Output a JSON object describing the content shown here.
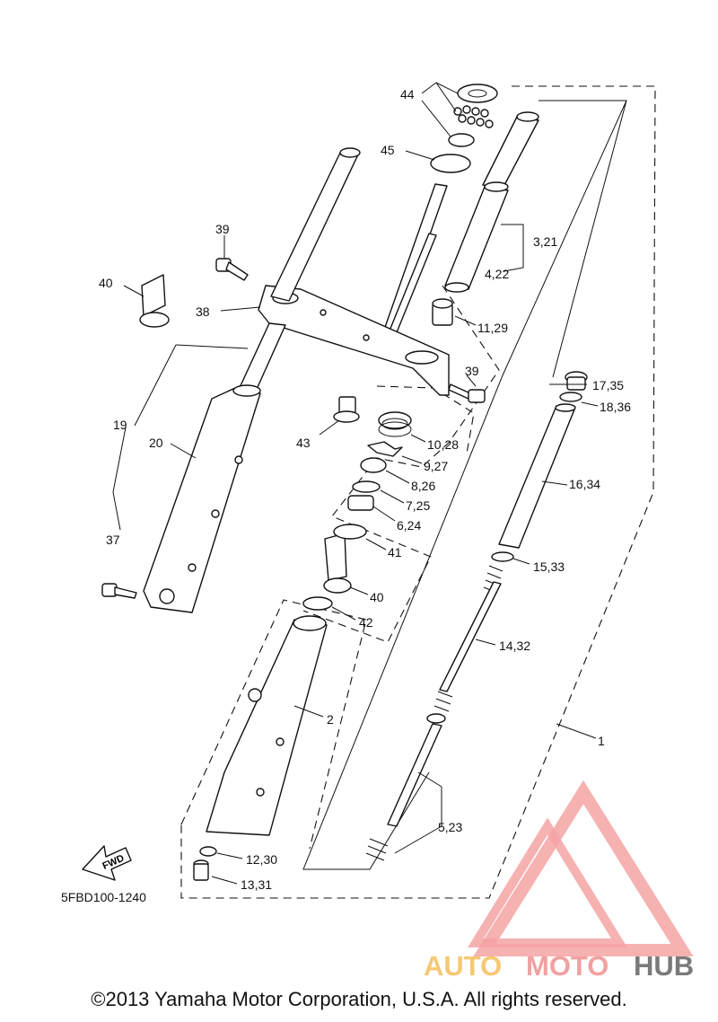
{
  "labels": {
    "l44": "44",
    "l45": "45",
    "l39a": "39",
    "l40a": "40",
    "l38": "38",
    "l3_21": "3,21",
    "l4_22": "4,22",
    "l11_29": "11,29",
    "l39b": "39",
    "l17_35": "17,35",
    "l18_36": "18,36",
    "l19": "19",
    "l20": "20",
    "l43": "43",
    "l10_28": "10,28",
    "l9_27": "9,27",
    "l8_26": "8,26",
    "l7_25": "7,25",
    "l6_24": "6,24",
    "l16_34": "16,34",
    "l37": "37",
    "l41": "41",
    "l15_33": "15,33",
    "l40b": "40",
    "l42": "42",
    "l14_32": "14,32",
    "l2": "2",
    "l1": "1",
    "l5_23": "5,23",
    "l12_30": "12,30",
    "l13_31": "13,31"
  },
  "fwd_label": "FWD",
  "diagram_code": "5FBD100-1240",
  "watermark": {
    "auto": "AUTO",
    "moto": "MOTO",
    "hub": "HUB",
    "colors": {
      "auto": "#f7c873",
      "moto": "#f2a0a0",
      "hub": "#7a7a7a",
      "logo": "#f4a3a3"
    }
  },
  "copyright": "©2013 Yamaha Motor Corporation, U.S.A. All rights reserved."
}
